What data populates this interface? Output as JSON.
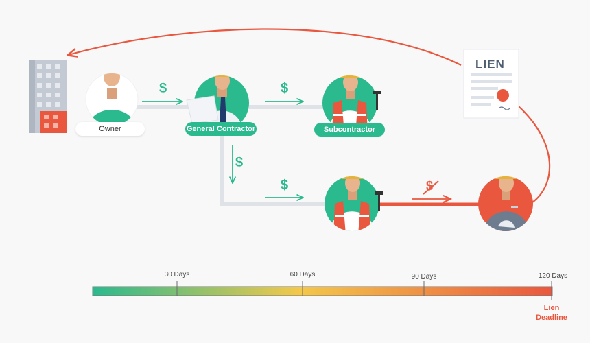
{
  "roles": {
    "owner": "Owner",
    "general_contractor": "General Contractor",
    "subcontractor": "Subcontractor"
  },
  "payment_symbol": "$",
  "lien_doc": {
    "title": "LIEN"
  },
  "timeline": {
    "ticks": [
      "30 Days",
      "60 Days",
      "90 Days",
      "120 Days"
    ],
    "deadline": [
      "Lien",
      "Deadline"
    ]
  },
  "colors": {
    "green": "#2bb98e",
    "red": "#e9573f",
    "path_gray": "#dfe3e8",
    "gradient_start": "#2bb98e",
    "gradient_mid": "#f3c84b",
    "gradient_end": "#e9573f"
  }
}
